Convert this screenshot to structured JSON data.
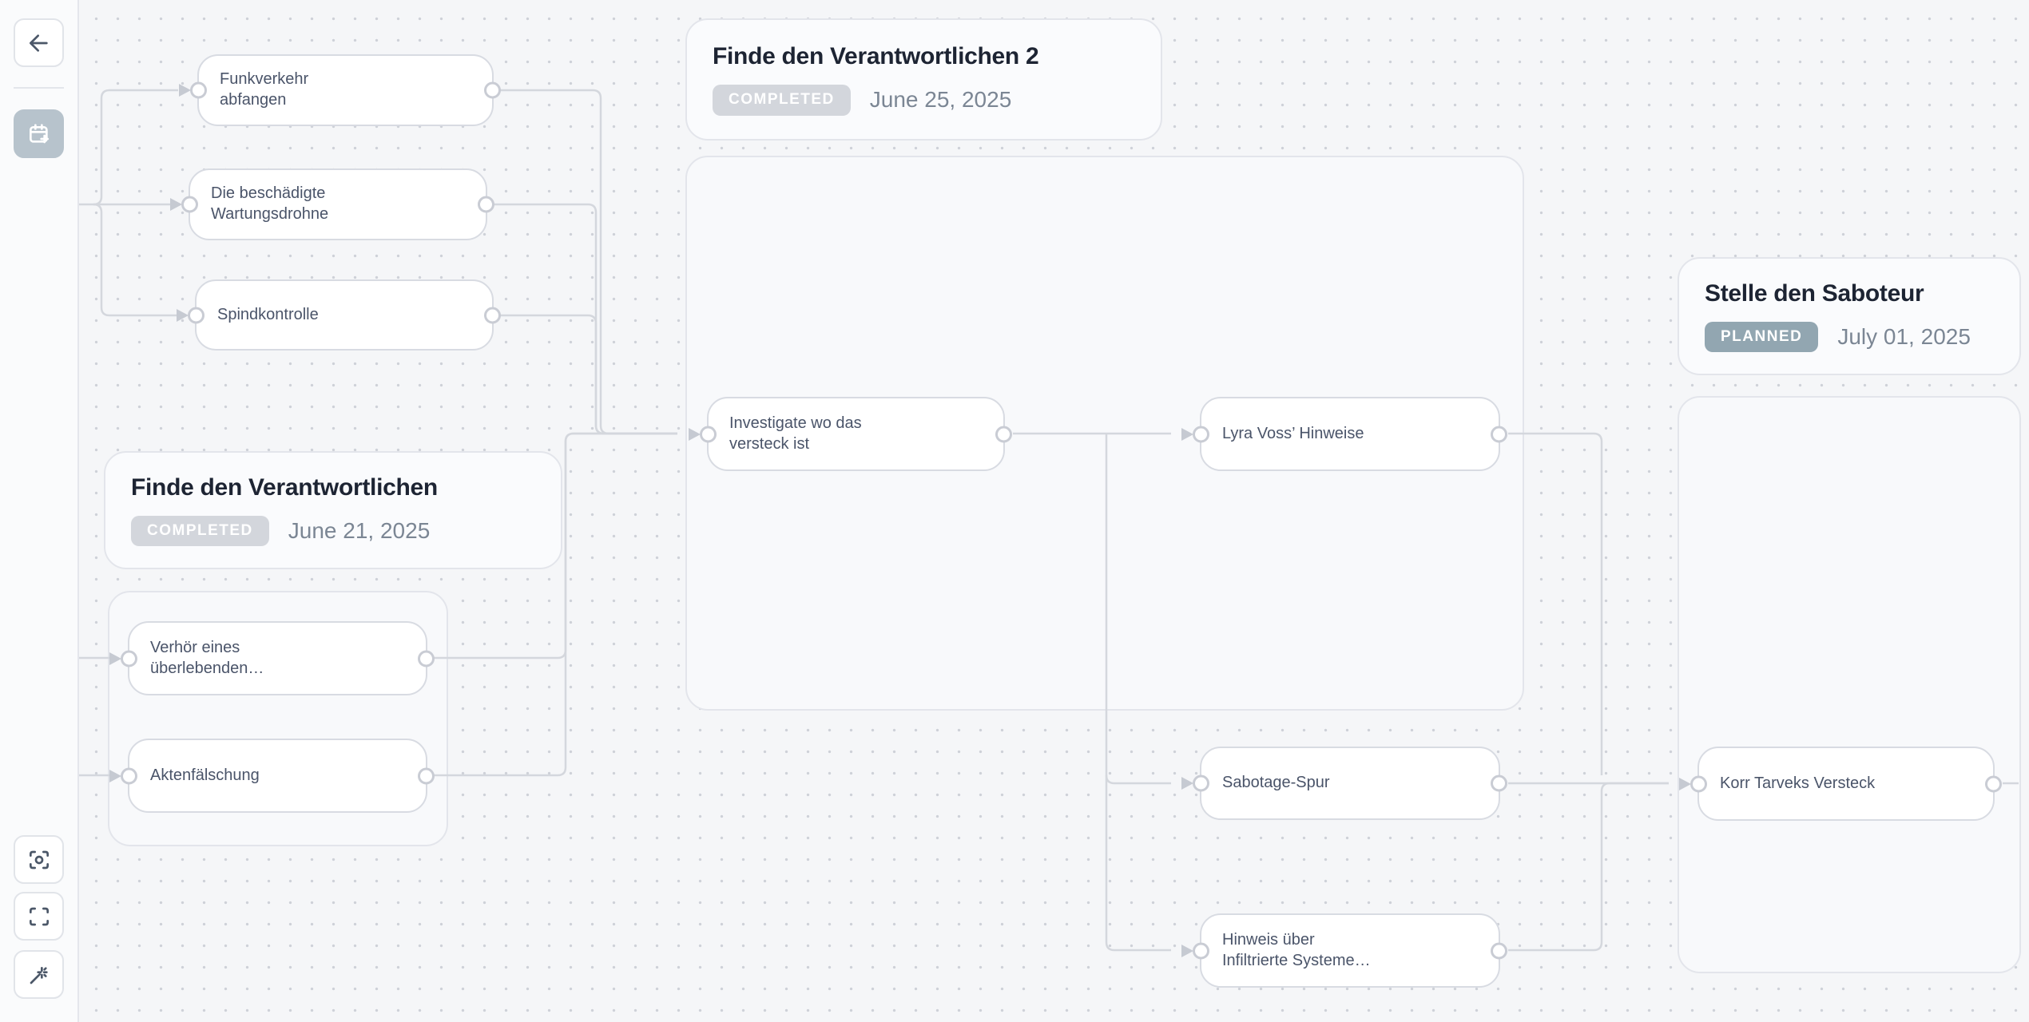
{
  "sidebar": {
    "buttons": [
      {
        "icon": "back-arrow-icon"
      },
      {
        "icon": "add-milestone-calendar-icon"
      },
      {
        "icon": "focus-selection-icon"
      },
      {
        "icon": "fit-view-icon"
      },
      {
        "icon": "auto-layout-wand-icon"
      }
    ]
  },
  "milestones": [
    {
      "title": "Finde den Verantwortlichen 2",
      "status": "COMPLETED",
      "date": "June 25, 2025"
    },
    {
      "title": "Finde den Verantwortlichen",
      "status": "COMPLETED",
      "date": "June 21, 2025"
    },
    {
      "title": "Stelle den Saboteur",
      "status": "PLANNED",
      "date": "July 01, 2025"
    }
  ],
  "nodes": [
    {
      "label": "Funkverkehr\nabfangen"
    },
    {
      "label": "Die beschädigte\nWartungsdrohne"
    },
    {
      "label": "Spindkontrolle"
    },
    {
      "label": "Investigate wo das\nversteck ist"
    },
    {
      "label": "Lyra Voss’ Hinweise"
    },
    {
      "label": "Sabotage-Spur"
    },
    {
      "label": "Hinweis über\nInfiltrierte Systeme…"
    },
    {
      "label": "Korr Tarveks Versteck"
    },
    {
      "label": "Verhör eines\nüberlebenden…"
    },
    {
      "label": "Aktenfälschung"
    }
  ],
  "colors": {
    "badge_completed": "#d3d6dc",
    "badge_planned": "#92a6b1",
    "badge_text": "#ffffff",
    "title_text": "#1d2433",
    "date_text": "#7b8694",
    "node_text": "#4a5469",
    "edge_line": "#d4d7dd",
    "canvas_bg": "#f5f6f8",
    "toolbar_accent": "#b7c3cc"
  }
}
